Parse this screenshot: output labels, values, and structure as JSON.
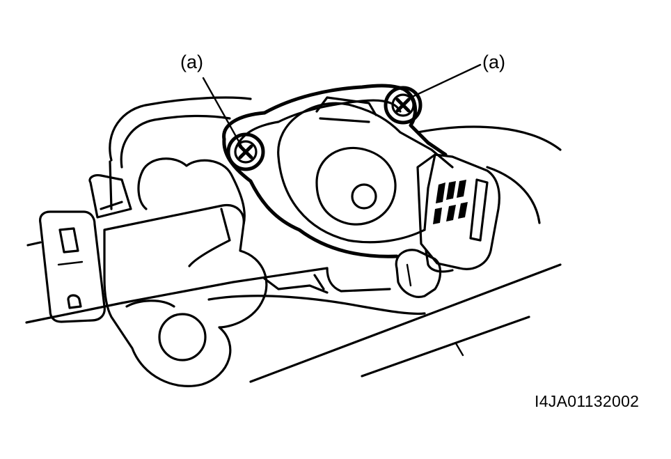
{
  "figure": {
    "callouts": [
      {
        "label": "(a)"
      },
      {
        "label": "(a)"
      }
    ],
    "figure_id": "I4JA01132002",
    "colors": {
      "line": "#000000",
      "background": "#ffffff"
    }
  }
}
